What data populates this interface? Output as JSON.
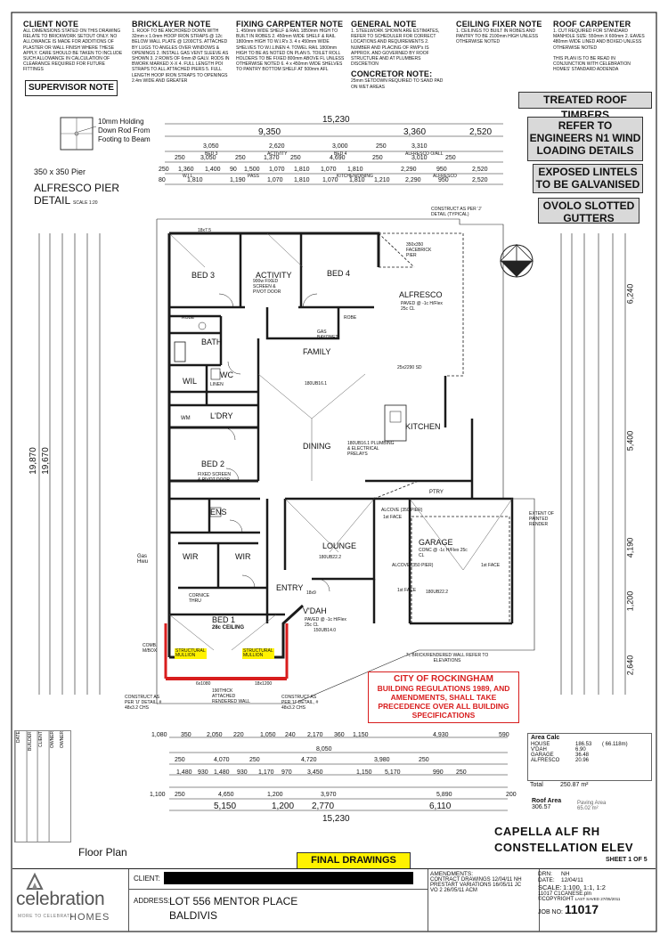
{
  "notes": {
    "client": {
      "title": "CLIENT NOTE",
      "body": "ALL DIMENSIONS STATED ON THIS DRAWING RELATE TO BRICKWORK SETOUT ONLY. NO ALLOWANCE IS MADE FOR ADDITIONS OF PLASTER OR WALL FINISH WHERE THESE APPLY. CARE SHOULD BE TAKEN TO INCLUDE SUCH ALLOWANCE IN CALCULATION OF CLEARANCE REQUIRED FOR FUTURE FITTINGS"
    },
    "bricklayer": {
      "title": "BRICKLAYER NOTE",
      "body": "1. ROOF TO BE ANCHORED DOWN WITH 32mm x 1.0mm HOOP IRON STRAPS @ 12c BELOW WALL PLATE @ 1200CTS. ATTACHED BY LUGS TO ANGLES OVER WINDOWS & OPENINGS 2. INSTALL GAS VENT SLEEVE AS SHOWN 3. 2 ROWS OF 6mm Ø GALV. RODS IN BWORK MARKED X-X 4. FULL LENGTH POI STRAPS TO ALL ATTACHED PIERS 5. FULL LENGTH HOOP IRON STRAPS TO OPENINGS 2.4m WIDE AND GREATER"
    },
    "fixing": {
      "title": "FIXING CARPENTER NOTE",
      "body": "1. 450mm WIDE SHELF & RAIL 1850mm HIGH TO BUILT IN ROBES 2. 450mm WIDE SHELF & RAIL 1800mm HIGH TO W.I.R's 3. 4 x 450mm WIDE SHELVES TO W.I.LINEN 4. TOWEL RAIL 1800mm HIGH TO BE AS NOTED ON PLAN 5. TOILET ROLL HOLDERS TO BE FIXED 800mm ABOVE FL UNLESS OTHERWISE NOTED 6. 4 x 450mm WIDE SHELVES TO PANTRY BOTTOM SHELF AT 500mm AFL"
    },
    "general": {
      "title": "GENERAL NOTE",
      "body": "1. STEELWORK SHOWN ARE ESTIMATES, REFER TO SCHEDULER FOR CORRECT LOCATIONS AND REQUIREMENTS 2. NUMBER AND PLACING OF RWP's IS APPROX. AND GOVERNED BY ROOF STRUCTURE AND AT PLUMBERS DISCRETION"
    },
    "concretor": {
      "title": "CONCRETOR NOTE:",
      "body": "25mm SETDOWN REQUIRED TO SAND PAD ON WET AREAS"
    },
    "ceiling": {
      "title": "CEILING FIXER NOTE",
      "body": "1. CEILINGS TO BUILT IN ROBES AND PANTRY TO BE 2100mm HIGH UNLESS OTHERWISE NOTED"
    },
    "roof": {
      "title": "ROOF CARPENTER",
      "body": "1. CUT REQUIRED FOR STANDARD MANHOLE SIZE: 550mm X 600mm 2. EAVES 480mm WIDE LINED AND BOXED UNLESS OTHERWISE NOTED"
    },
    "addenda": "THIS PLAN IS TO BE READ IN CONJUNCTION WITH CELEBRATION HOMES' STANDARD ADDENDA",
    "supervisor": "SUPERVISOR NOTE"
  },
  "callouts": [
    "TREATED ROOF TIMBERS",
    "REFER TO ENGINEERS N1 WIND LOADING DETAILS",
    "EXPOSED LINTELS TO BE GALVANISED",
    "OVOLO SLOTTED GUTTERS"
  ],
  "pier_detail": {
    "text": "10mm Holding Down Rod From Footing to Beam",
    "size": "350 x 350 Pier",
    "title": "ALFRESCO PIER DETAIL",
    "scale": "SCALE 1:20"
  },
  "dims": {
    "top1": "15,230",
    "top2": [
      "9,350",
      "3,360",
      "2,520"
    ],
    "top3": [
      "3,050",
      "2,620",
      "3,000",
      "250",
      "3,310"
    ],
    "top3_labels": [
      "BED 3",
      "ACTIVITY",
      "BED 4",
      "ALFRESCO O/ALL"
    ],
    "top4": [
      "250",
      "3,050",
      "250",
      "1,370",
      "250",
      "4,690",
      "250",
      "3,010",
      "250"
    ],
    "top5": [
      "250",
      "1,360",
      "1,400",
      "90",
      "1,500",
      "1,070",
      "1,810",
      "1,070",
      "1,810",
      "2,290",
      "950",
      "2,520"
    ],
    "top5_labels": [
      "W.I.L.",
      "PASS",
      "KITCHEN/DINING",
      "ALFRESCO"
    ],
    "top6": [
      "80",
      "1,810",
      "1,190",
      "1,070",
      "1,810",
      "1,070",
      "1,810",
      "1,210",
      "2,290",
      "950",
      "2,520"
    ],
    "left_total": "19,870",
    "left_total2": "19,670",
    "right": [
      "6,240",
      "5,400",
      "4,190",
      "1,200",
      "2,640"
    ],
    "bottom1": [
      "1,080",
      "350",
      "2,050",
      "220",
      "1,050",
      "240",
      "2,170",
      "360",
      "1,150",
      "4,930",
      "590"
    ],
    "bottom2": [
      "8,050"
    ],
    "bottom3": [
      "250",
      "4,070",
      "250",
      "4,720",
      "3,980",
      "250"
    ],
    "bottom4": [
      "1,480",
      "930",
      "1,480",
      "930",
      "1,170",
      "970",
      "3,450",
      "1,150",
      "5,170",
      "990",
      "250"
    ],
    "bottom5": [
      "1,100",
      "250",
      "4,650",
      "1,200",
      "3,970",
      "5,890",
      "200"
    ],
    "bottom6": [
      "5,150",
      "1,200",
      "2,770",
      "6,110"
    ],
    "bottom_total": "15,230"
  },
  "rooms": {
    "bed3": "BED 3",
    "activity": "ACTIVITY",
    "bed4": "BED 4",
    "alfresco": "ALFRESCO",
    "alfresco_sub": "PAVED @ -1c H/Flex 25c CL",
    "bath": "BATH",
    "wc": "WC",
    "wil": "WIL",
    "ldry": "L'DRY",
    "wm": "WM",
    "family": "FAMILY",
    "kitchen": "KITCHEN",
    "dining": "DINING",
    "bed2": "BED 2",
    "ens": "ENS",
    "wir1": "WIR",
    "wir2": "WIR",
    "lounge": "LOUNGE",
    "garage": "GARAGE",
    "garage_sub": "CONC @ -1c H/Flex 25c CL",
    "entry": "ENTRY",
    "vdah": "V'DAH",
    "vdah_sub": "PAVED @ -1c H/Flex 25c CL",
    "bed1": "BED 1",
    "bed1_sub": "28c CEILING",
    "pantry": "PTRY",
    "robe": "ROBE",
    "linen": "LINEN",
    "structural_mullion": "STRUCTURAL MULLION",
    "alcove": "ALCOVE (350 PIER)",
    "first_face": "1st FACE",
    "door_screen": "900w FIXED SCREEN & PIVOT DOOR",
    "fixed_screen": "FIXED SCREEN & PIVOT DOOR",
    "beam1": "180UB16.1",
    "beam2": "180UB16.1 PLUMBING & ELECTRICAL PRELAYS",
    "beam3": "180UB22.2",
    "beam4": "180UB22.2",
    "beam5": "150UB14.0",
    "sliding": "25x2290 SD",
    "gas": "GAS BAYONET",
    "cornice": "CORNICE THRU",
    "comb": "COMB. M/BOX",
    "gas_hwu": "Gas Hwu",
    "brick_wall": "7c BRICK/RENDERED WALL REFER TO ELEVATIONS",
    "painted": "EXTENT OF PAINTED RENDER",
    "corbel": "350x350 FACEBRICK PIER",
    "construct": "CONSTRUCT AS PER 'J' DETAIL (TYPICAL)",
    "attached_wall": "190THICK ATTACHED RENDERED WALL",
    "construct_u1": "CONSTRUCT AS PER 'U' DETAIL, # 48x3.2 CHS",
    "construct_u2": "CONSTRUCT AS PER 'U' DETAIL, # 48x3.2 CHS",
    "window1": "6x1080",
    "window2": "18x1200",
    "window3": "18x7.5",
    "window4": "18x9"
  },
  "city_box": {
    "title": "CITY OF ROCKINGHAM",
    "body": "BUILDING REGULATIONS 1989, AND AMENDMENTS, SHALL TAKE PRECEDENCE OVER ALL BUILDING SPECIFICATIONS"
  },
  "area_calc": {
    "title": "Area Calc",
    "rows": [
      {
        "label": "HOUSE",
        "value": "186.53",
        "extra": "( 66.118m)"
      },
      {
        "label": "V'DAH",
        "value": "6.90",
        "extra": ""
      },
      {
        "label": "GARAGE",
        "value": "36.48",
        "extra": ""
      },
      {
        "label": "ALFRESCO",
        "value": "20.96",
        "extra": ""
      }
    ],
    "total_label": "Total",
    "total": "250.87 m²",
    "roof_label": "Roof Area",
    "roof": "306.57",
    "paving_label": "Paving Area",
    "paving": "65.02 m²"
  },
  "side_labels": [
    "DATE",
    "BUILDER",
    "CLIENT",
    "OWNER",
    "OWNER"
  ],
  "title_block": {
    "plan_type": "Floor Plan",
    "final": "FINAL DRAWINGS",
    "design": "CAPELLA ALF RH",
    "elev": "CONSTELLATION ELEV",
    "sheet": "SHEET 1 OF 5",
    "client_label": "CLIENT:",
    "address_label": "ADDRESS:",
    "address1": "LOT 556 MENTOR PLACE",
    "address2": "BALDIVIS",
    "amend_title": "AMENDMENTS:",
    "amendments": [
      "CONTRACT DRAWINGS 12/04/11 NH",
      "PRESTART VARIATIONS 16/05/11 JC",
      "VO 2 26/05/11 ACM"
    ],
    "drn_label": "DRN:",
    "drn": "NH",
    "date_label": "DATE:",
    "date": "12/04/11",
    "scale_label": "SCALE:",
    "scale": "1:100, 1:1, 1:2",
    "file": "11017 C1CANESE.pln",
    "copyright": "©COPYRIGHT",
    "last_saved": "LAST SAVED 27/05/2011",
    "job_label": "JOB NO:",
    "job": "11017",
    "logo_name": "celebration",
    "logo_sub": "HOMES",
    "logo_tag": "MORE TO CELEBRATE"
  },
  "colors": {
    "red": "#d81d1d",
    "yellow": "#fff200",
    "grey": "#d9d9d9",
    "wall": "#1a1a1a"
  }
}
